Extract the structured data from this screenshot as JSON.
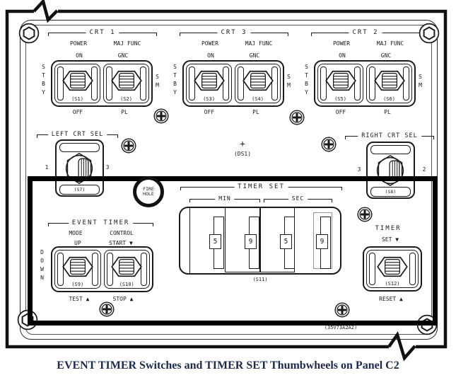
{
  "caption": "EVENT TIMER Switches and TIMER SET Thumbwheels on Panel C2",
  "panel": {
    "ref": "(35V73A2A2)"
  },
  "colors": {
    "line": "#1a1a1a",
    "highlight": "#000000",
    "caption_text": "#1b2a4a",
    "background": "#ffffff"
  },
  "crt": [
    {
      "title": "CRT 1",
      "stby": "STBY",
      "sm": "SM",
      "power_label": "POWER",
      "power_top": "ON",
      "power_bottom": "OFF",
      "power_ref": "(S1)",
      "mf_label": "MAJ FUNC",
      "mf_top": "GNC",
      "mf_bottom": "PL",
      "mf_ref": "(S2)"
    },
    {
      "title": "CRT 3",
      "stby": "STBY",
      "sm": "SM",
      "power_label": "POWER",
      "power_top": "ON",
      "power_bottom": "OFF",
      "power_ref": "(S3)",
      "mf_label": "MAJ FUNC",
      "mf_top": "GNC",
      "mf_bottom": "PL",
      "mf_ref": "(S4)"
    },
    {
      "title": "CRT 2",
      "stby": "STBY",
      "sm": "SM",
      "power_label": "POWER",
      "power_top": "ON",
      "power_bottom": "OFF",
      "power_ref": "(S5)",
      "mf_label": "MAJ FUNC",
      "mf_top": "GNC",
      "mf_bottom": "PL",
      "mf_ref": "(S6)"
    }
  ],
  "left_sel": {
    "title": "LEFT CRT SEL",
    "pos_left": "1",
    "pos_right": "3",
    "ref": "(S7)"
  },
  "right_sel": {
    "title": "RIGHT CRT SEL",
    "pos_left": "3",
    "pos_right": "2",
    "ref": "(S8)"
  },
  "ds1": {
    "symbol": "+",
    "ref": "(DS1)"
  },
  "fire_hole": {
    "line1": "FIRE",
    "line2": "HOLE"
  },
  "timer_set": {
    "title": "TIMER SET",
    "min_label": "MIN",
    "sec_label": "SEC",
    "ref": "(S11)",
    "digits": [
      "5",
      "9",
      "5",
      "9"
    ]
  },
  "event_timer": {
    "title": "EVENT TIMER",
    "mode_label": "MODE",
    "mode_top": "UP",
    "mode_side": "DOWN",
    "mode_ref": "(S9)",
    "mode_below": "TEST ▲",
    "ctrl_label": "CONTROL",
    "ctrl_top": "START ▼",
    "ctrl_ref": "(S10)",
    "ctrl_below": "STOP ▲"
  },
  "timer": {
    "label": "TIMER",
    "top": "SET ▼",
    "ref": "(S12)",
    "below": "RESET ▲"
  }
}
